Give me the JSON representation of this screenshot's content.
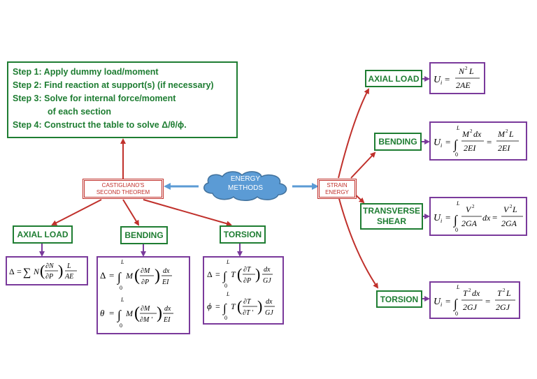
{
  "steps": {
    "step1": "Step 1: Apply dummy load/moment",
    "step2": "Step 2: Find reaction at support(s) (if necessary)",
    "step3a": "Step 3: Solve for internal force/moment",
    "step3b": "of each section",
    "step4": "Step 4: Construct the table to solve Δ/θ/ϕ."
  },
  "castigliano": {
    "line1": "CASTIGLIANO'S",
    "line2": "SECOND THEOREM"
  },
  "energy_methods": {
    "line1": "ENERGY",
    "line2": "METHODS"
  },
  "strain_energy": {
    "line1": "STRAIN",
    "line2": "ENERGY"
  },
  "left_branches": {
    "axial": "AXIAL LOAD",
    "bending": "BENDING",
    "torsion": "TORSION"
  },
  "right_branches": {
    "axial": "AXIAL LOAD",
    "bending": "BENDING",
    "shear_1": "TRANSVERSE",
    "shear_2": "SHEAR",
    "torsion": "TORSION"
  },
  "colors": {
    "green": "#1e7d32",
    "red": "#c0302b",
    "purple": "#7a3a9b",
    "cloud": "#5b9bd5"
  },
  "formulas": {
    "left_axial": {
      "lhs": "Δ",
      "eq": "=",
      "sum": "∑",
      "N": "N",
      "dN": "∂N",
      "dP": "∂P",
      "L": "L",
      "AE": "AE"
    },
    "left_bending_1": {
      "lhs": "Δ",
      "eq": "=",
      "int_up": "L",
      "int_lo": "0",
      "int": "∫",
      "M": "M",
      "dM": "∂M",
      "dP": "∂P",
      "dx": "dx",
      "EI": "EI"
    },
    "left_bending_2": {
      "lhs": "θ",
      "eq": "=",
      "int_up": "L",
      "int_lo": "0",
      "int": "∫",
      "M": "M",
      "dM": "∂M",
      "dMp": "∂M '",
      "dx": "dx",
      "EI": "EI"
    },
    "left_torsion_1": {
      "lhs": "Δ",
      "eq": "=",
      "int_up": "L",
      "int_lo": "0",
      "int": "∫",
      "T": "T",
      "dT": "∂T",
      "dP": "∂P",
      "dx": "dx",
      "GJ": "GJ"
    },
    "left_torsion_2": {
      "lhs": "ϕ",
      "eq": "=",
      "int_up": "L",
      "int_lo": "0",
      "int": "∫",
      "T": "T",
      "dT": "∂T",
      "dTp": "∂T '",
      "dx": "dx",
      "GJ": "GJ"
    },
    "right_axial": {
      "U": "U",
      "i": "i",
      "eq": "=",
      "num": "N",
      "sup": "2",
      "L": "L",
      "den": "2AE"
    },
    "right_bending": {
      "U": "U",
      "i": "i",
      "eq": "=",
      "int_up": "L",
      "int_lo": "0",
      "int": "∫",
      "num1": "M",
      "sup": "2",
      "dx": "dx",
      "den": "2EI",
      "num2": "M",
      "L": "L"
    },
    "right_shear": {
      "U": "U",
      "i": "i",
      "eq": "=",
      "int_up": "L",
      "int_lo": "0",
      "int": "∫",
      "num1": "V",
      "sup": "2",
      "den": "2GA",
      "dx": "dx",
      "num2": "V",
      "L": "L"
    },
    "right_torsion": {
      "U": "U",
      "i": "i",
      "eq": "=",
      "int_up": "L",
      "int_lo": "0",
      "int": "∫",
      "num1": "T",
      "sup": "2",
      "dx": "dx",
      "den": "2GJ",
      "num2": "T",
      "L": "L"
    }
  }
}
